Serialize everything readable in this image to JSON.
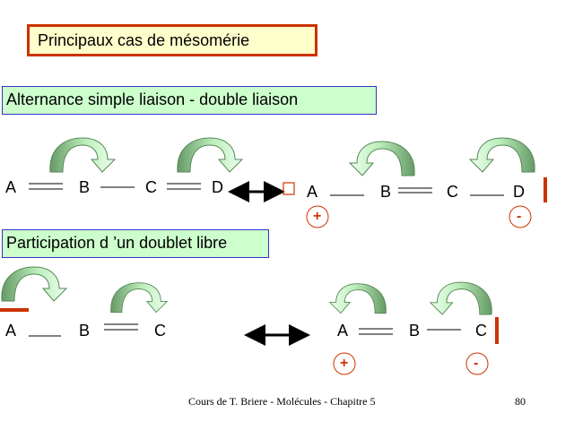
{
  "slide": {
    "title": "Principaux cas de mésomérie",
    "section1": "Alternance simple liaison - double liaison",
    "section2": "Participation d ’un doublet libre",
    "footer": "Cours de T. Briere - Molécules - Chapitre 5",
    "page_number": "80"
  },
  "row1_left": {
    "atoms": [
      "A",
      "B",
      "C",
      "D"
    ]
  },
  "row1_right": {
    "atoms": [
      "A",
      "B",
      "C",
      "D"
    ],
    "plus": "+",
    "minus": "-"
  },
  "row2_left": {
    "atoms": [
      "A",
      "B",
      "C"
    ]
  },
  "row2_right": {
    "atoms": [
      "A",
      "B",
      "C"
    ],
    "plus": "+",
    "minus": "-"
  },
  "colors": {
    "accent": "#cc3300",
    "arrow_fill": "#ccffcc",
    "arrow_shade": "#669966",
    "title_bg": "#ffffcc",
    "section_bg": "#ccffcc",
    "section_border": "#3333cc"
  }
}
